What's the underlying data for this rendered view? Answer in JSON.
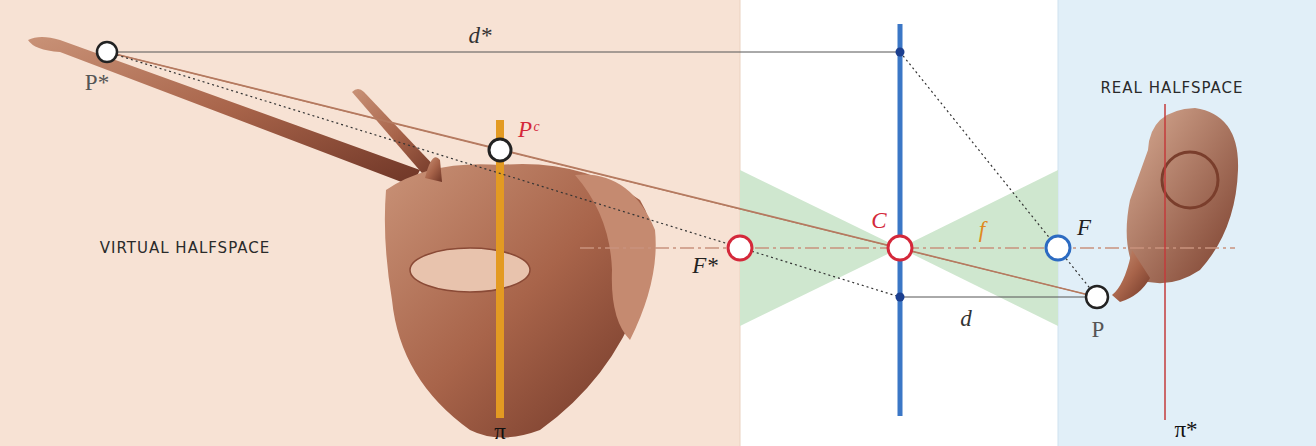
{
  "diagram": {
    "nodes": [
      {
        "text": [
          "VIRTUAL HALFSPACE"
        ]
      },
      {
        "text": [
          "REAL HALFSPACE"
        ]
      }
    ],
    "labels": [
      "P*",
      "d*",
      "Pᶜ",
      "π",
      "F*",
      "C",
      "f",
      "F",
      "d",
      "P",
      "π*"
    ]
  }
}
